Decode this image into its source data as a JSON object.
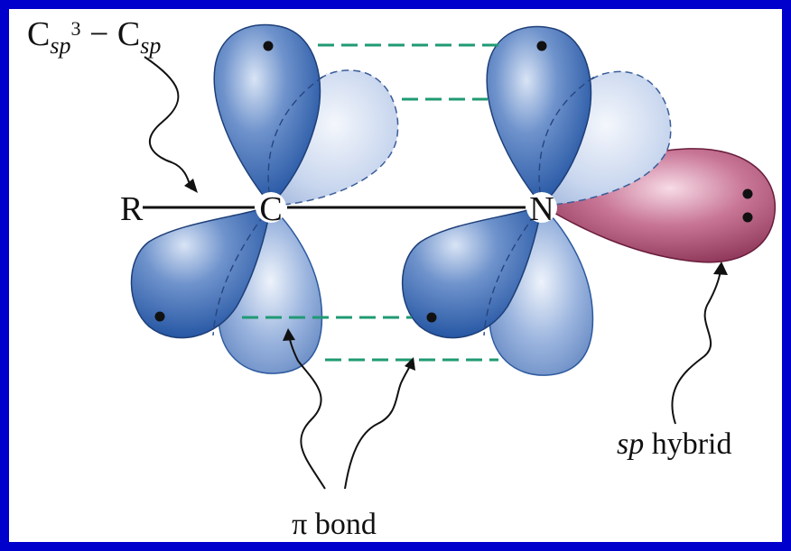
{
  "labels": {
    "bond_type": {
      "c": "C",
      "sub1": "sp",
      "sup": "3",
      "dash": " − ",
      "c2": "C",
      "sub2": "sp"
    },
    "atom_r": "R",
    "atom_c": "C",
    "atom_n": "N",
    "sp_hybrid": {
      "italic": "sp",
      "rest": " hybrid"
    },
    "pi_bond": "π bond"
  },
  "colors": {
    "background": "#0000cc",
    "p_orbital_blue": "#3f6fb5",
    "p_orbital_light": "#a9c0e3",
    "sp_orbital": "#b0587a",
    "pi_overlap_line": "#1f9a73"
  }
}
